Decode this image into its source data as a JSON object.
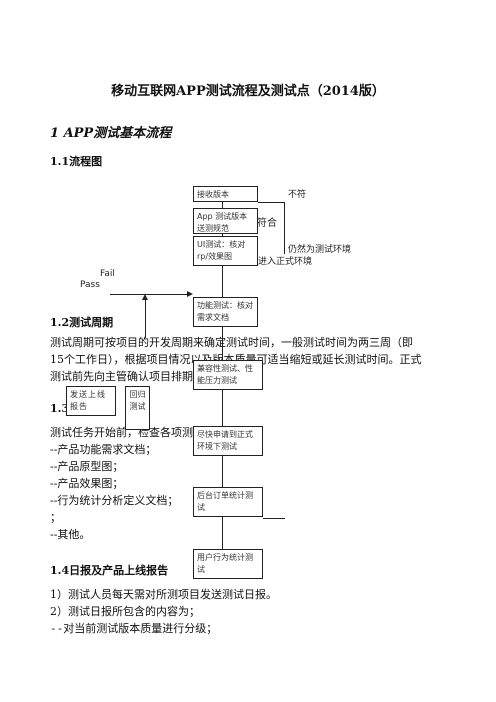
{
  "doc": {
    "title": "移动互联网APP测试流程及测试点（2014版）",
    "section1": "1 APP测试基本流程",
    "s11": "1.1流程图",
    "s12": "1.2测试周期",
    "s12_text1": "测试周期可按项目的开发周期来确定测试时间，一般测试时间为两三周（即",
    "s12_text2": "15个工作日），根据项目情况以及版本质量可适当缩短或延长测试时间。正式",
    "s12_text3": "测试前先向主管确认项目排期。",
    "s13": "1.3测试资源",
    "s13_text": "测试任务开始前，检查各项测试资源。",
    "s13_items": [
      "--产品功能需求文档；",
      "--产品原型图；",
      "--产品效果图；",
      "--行为统计分析定义文档；",
      "；",
      "--其他。"
    ],
    "s14": "1.4日报及产品上线报告",
    "s14_items": [
      "1）测试人员每天需对所测项目发送测试日报。",
      "2）测试日报所包含的内容为；",
      "--对当前测试版本质量进行分级；"
    ]
  },
  "flow": {
    "box_receive": "接收版本",
    "box_spec": "App 测试版本送测规范",
    "box_ui": "UI测试：核对rp/效果图",
    "box_func": "功能测试：核对需求文档",
    "box_compat": "兼容性测试、性能压力测试",
    "box_prod": "尽快申请到正式环境下测试",
    "box_order": "后台订单统计测试",
    "box_user": "用户行为统计测试",
    "box_report": "发送上线报告",
    "box_regress": "回归测试",
    "lbl_notmatch": "不符",
    "lbl_match": "符合",
    "lbl_still": "仍然为测试环境",
    "lbl_enter": "进入正式环境",
    "lbl_fail": "Fail",
    "lbl_pass": "Pass"
  }
}
